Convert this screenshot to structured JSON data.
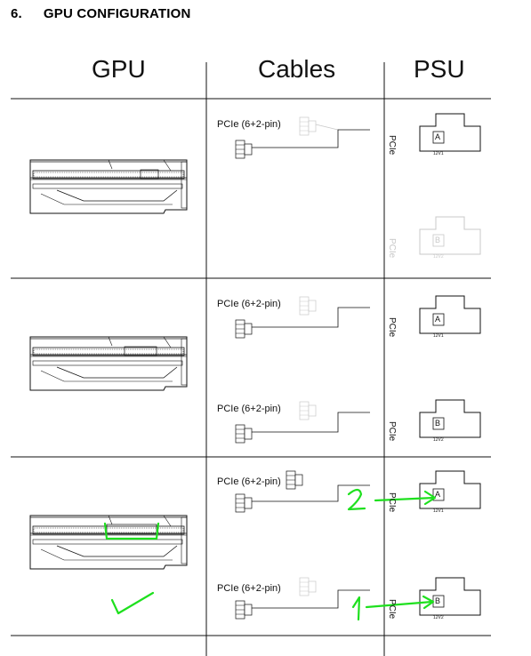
{
  "section": {
    "number": "6.",
    "title": "GPU CONFIGURATION"
  },
  "columns": {
    "gpu": "GPU",
    "cables": "Cables",
    "psu": "PSU"
  },
  "rows": [
    {
      "cables": [
        {
          "label": "PCIe (6+2-pin)"
        }
      ],
      "psu": [
        {
          "side_label": "PCIe",
          "port": "A",
          "rail": "12V1",
          "state": "active"
        },
        {
          "side_label": "PCIe",
          "port": "B",
          "rail": "12V2",
          "state": "unused"
        }
      ]
    },
    {
      "cables": [
        {
          "label": "PCIe (6+2-pin)"
        },
        {
          "label": "PCIe (6+2-pin)"
        }
      ],
      "psu": [
        {
          "side_label": "PCIe",
          "port": "A",
          "rail": "12V1",
          "state": "active"
        },
        {
          "side_label": "PCIe",
          "port": "B",
          "rail": "12V2",
          "state": "active"
        }
      ]
    },
    {
      "cables": [
        {
          "label": "PCIe (6+2-pin)"
        },
        {
          "label": "PCIe (6+2-pin)"
        }
      ],
      "psu": [
        {
          "side_label": "PCIe",
          "port": "A",
          "rail": "12V1",
          "state": "active"
        },
        {
          "side_label": "PCIe",
          "port": "B",
          "rail": "12V2",
          "state": "active"
        }
      ],
      "annotations": {
        "arrow_to_a_number": "2",
        "arrow_to_b_number": "1",
        "checkmark": true
      }
    }
  ],
  "colors": {
    "ink": "#111111",
    "faded": "#c8c8c8",
    "annotation": "#1ee01e"
  }
}
